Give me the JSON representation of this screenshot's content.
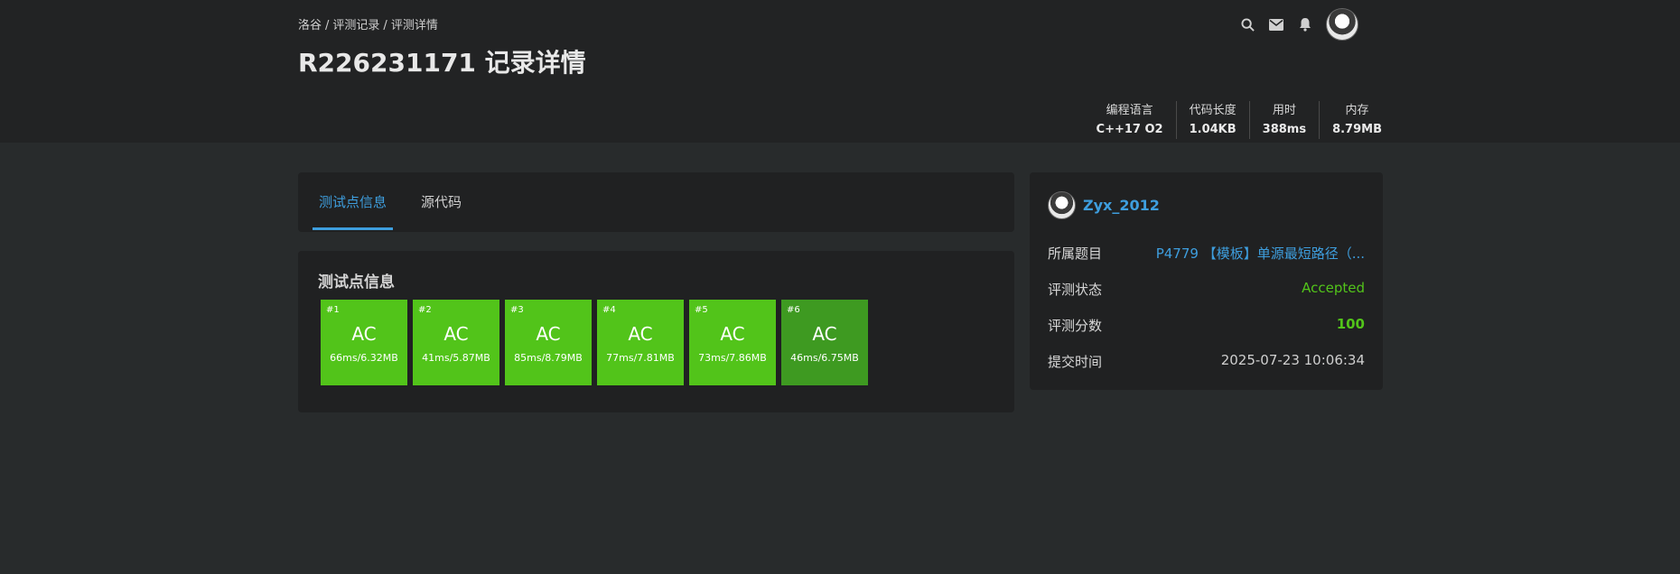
{
  "breadcrumb": {
    "home": "洛谷",
    "records": "评测记录",
    "current": "评测详情"
  },
  "page_title": "R226231171 记录详情",
  "header_icons": [
    "search-icon",
    "mail-icon",
    "bell-icon"
  ],
  "stats": [
    {
      "label": "编程语言",
      "value": "C++17 O2"
    },
    {
      "label": "代码长度",
      "value": "1.04KB"
    },
    {
      "label": "用时",
      "value": "388ms"
    },
    {
      "label": "内存",
      "value": "8.79MB"
    }
  ],
  "tabs": {
    "tests": "测试点信息",
    "source": "源代码"
  },
  "tests": {
    "title": "测试点信息",
    "items": [
      {
        "num": "#1",
        "status": "AC",
        "info": "66ms/6.32MB"
      },
      {
        "num": "#2",
        "status": "AC",
        "info": "41ms/5.87MB"
      },
      {
        "num": "#3",
        "status": "AC",
        "info": "85ms/8.79MB"
      },
      {
        "num": "#4",
        "status": "AC",
        "info": "77ms/7.81MB"
      },
      {
        "num": "#5",
        "status": "AC",
        "info": "73ms/7.86MB"
      },
      {
        "num": "#6",
        "status": "AC",
        "info": "46ms/6.75MB"
      }
    ]
  },
  "info": {
    "username": "Zyx_2012",
    "problem_label": "所属题目",
    "problem_value": "P4779 【模板】单源最短路径（...",
    "status_label": "评测状态",
    "status_value": "Accepted",
    "score_label": "评测分数",
    "score_value": "100",
    "time_label": "提交时间",
    "time_value": "2025-07-23 10:06:34"
  },
  "colors": {
    "accent": "#3e9ede",
    "ac_green": "#52c41a",
    "ac_dark_green": "#3e9a21",
    "header_bg": "#222324",
    "page_bg": "#282b2c"
  }
}
